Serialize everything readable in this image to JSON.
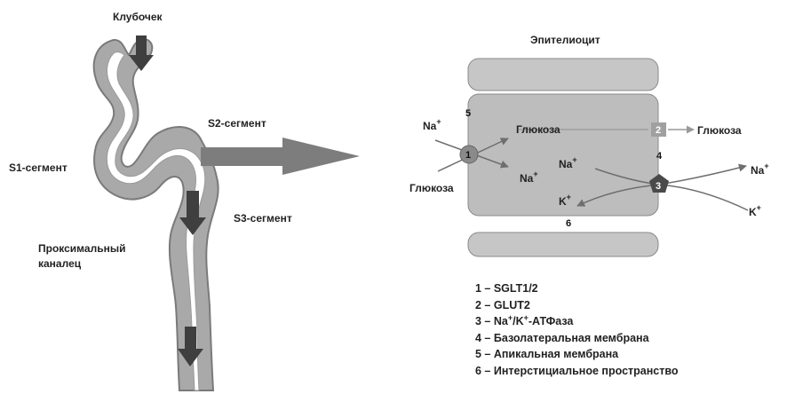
{
  "nephron": {
    "glomerulus_label": "Клубочек",
    "s1_label": "S1-сегмент",
    "s2_label": "S2-сегмент",
    "s3_label": "S3-сегмент",
    "proximal_line1": "Проксимальный",
    "proximal_line2": "каналец"
  },
  "cell": {
    "title": "Эпителиоцит",
    "na": "Na",
    "k": "K",
    "plus": "+",
    "glucose": "Глюкоза",
    "num1": "1",
    "num2": "2",
    "num3": "3",
    "num4": "4",
    "num5": "5",
    "num6": "6"
  },
  "legend": {
    "i1": "1 – SGLT1/2",
    "i2": "2 – GLUT2",
    "i3_a": "3 – Na",
    "i3_sup1": "+",
    "i3_b": "/K",
    "i3_sup2": "+",
    "i3_c": "-АТФаза",
    "i4": "4 – Базолатеральная мембрана",
    "i5": "5 – Апикальная мембрана",
    "i6": "6 – Интерстициальное пространство"
  },
  "colors": {
    "tubule_fill": "#a9a9a9",
    "tubule_lumen": "#ffffff",
    "membrane": "#c6c6c6",
    "cell_body": "#bdbdbd",
    "arrow_dark": "#3f3f3f",
    "arrow_mid": "#7a7a7a"
  }
}
